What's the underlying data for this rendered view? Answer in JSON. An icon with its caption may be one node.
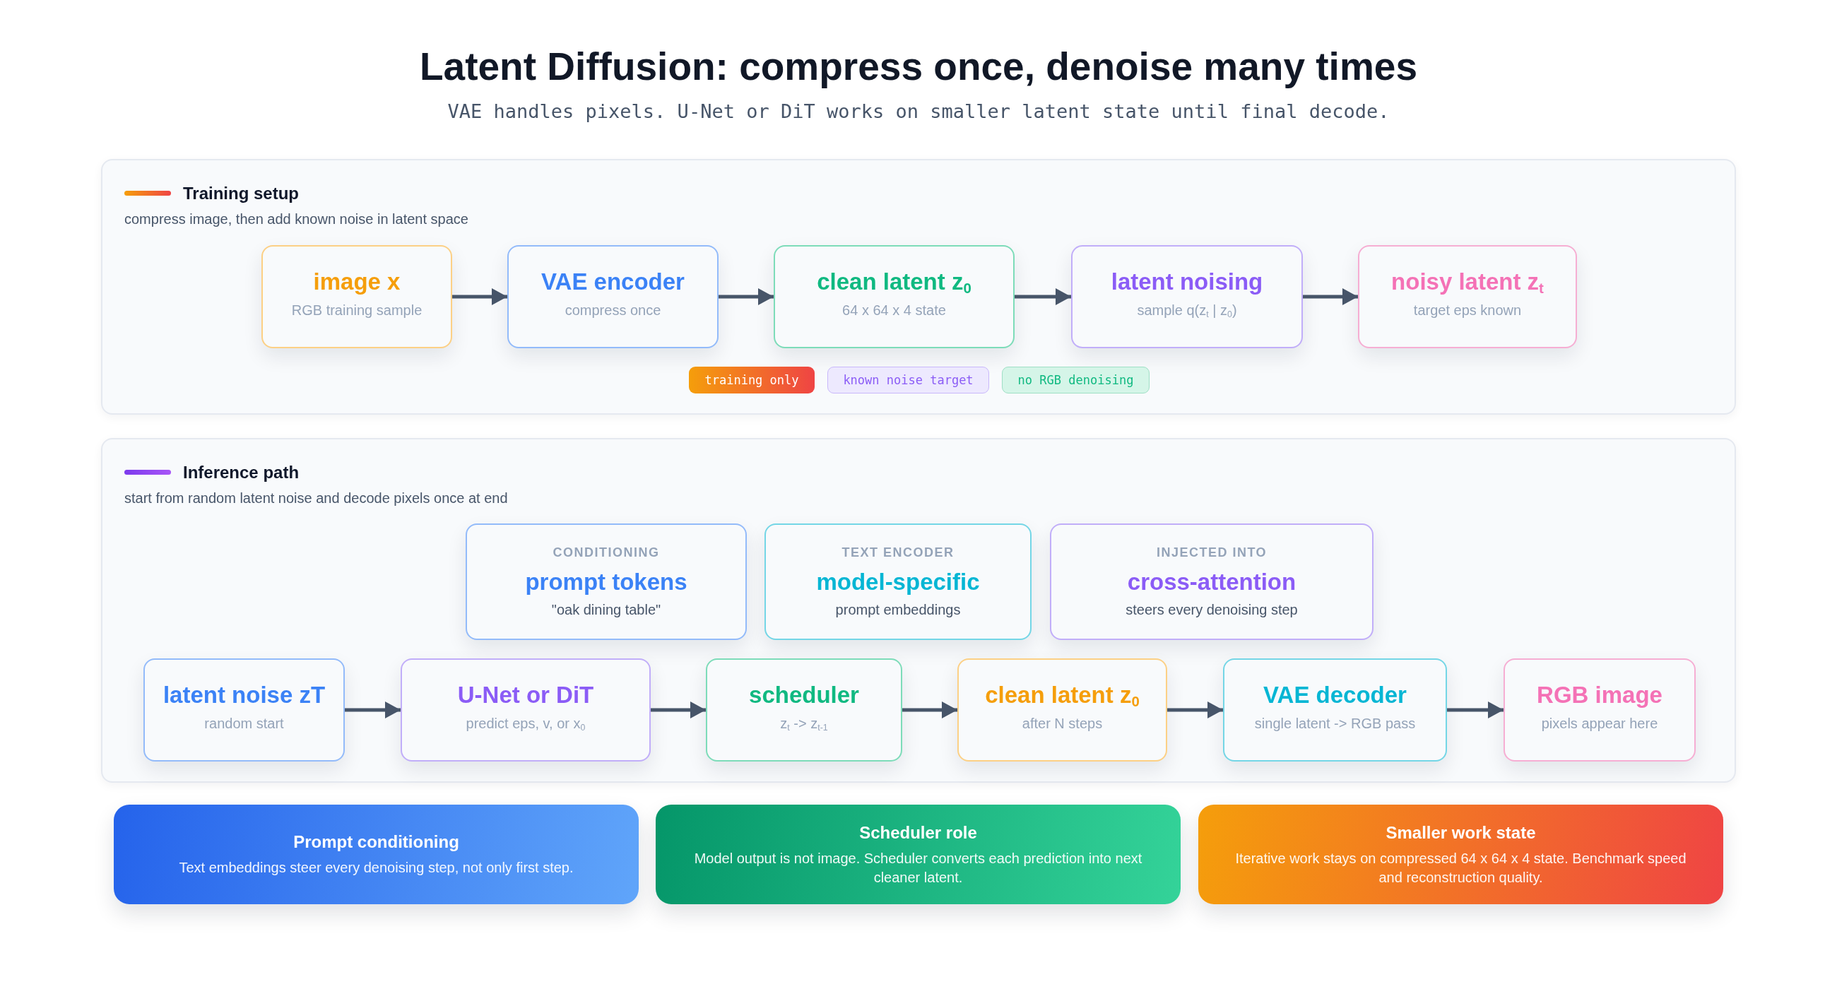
{
  "diagram": {
    "title": "Latent Diffusion: compress once, denoise many times",
    "nodes": [
      {
        "text": [
          "Training setup",
          "compress image, then add known noise in latent space"
        ]
      },
      {
        "text": [
          "image x",
          "RGB training sample"
        ],
        "in": 0
      },
      {
        "text": [
          "VAE encoder",
          "compress once"
        ],
        "in": 0
      },
      {
        "text": [
          "clean latent z$_{0}$",
          "64 x 64 x 4 state"
        ],
        "in": 0
      },
      {
        "text": [
          "latent noising",
          "sample q(z$_{t}$ | z$_{0}$)"
        ],
        "in": 0
      },
      {
        "text": [
          "noisy latent z$_{t}$",
          "target eps known"
        ],
        "in": 0
      },
      {
        "text": [
          "training only"
        ],
        "in": 0
      },
      {
        "text": [
          "known noise target"
        ],
        "in": 0
      },
      {
        "text": [
          "no RGB denoising"
        ],
        "in": 0
      },
      {
        "text": [
          "Inference path",
          "start from random latent noise and decode pixels once at end"
        ]
      },
      {
        "text": [
          "CONDITIONING",
          "prompt tokens",
          "\"oak dining table\""
        ],
        "in": 9
      },
      {
        "text": [
          "TEXT ENCODER",
          "model-specific",
          "prompt embeddings"
        ],
        "in": 9
      },
      {
        "text": [
          "INJECTED INTO",
          "cross-attention",
          "steers every denoising step"
        ],
        "in": 9
      },
      {
        "text": [
          "latent noise zT",
          "random start"
        ],
        "in": 9
      },
      {
        "text": [
          "U-Net or DiT",
          "predict eps, v, or x$_{0}$"
        ],
        "in": 9
      },
      {
        "text": [
          "scheduler",
          "z$_{t}$ -> z$_{t-1}$"
        ],
        "in": 9
      },
      {
        "text": [
          "clean latent z$_{0}$",
          "after N steps"
        ],
        "in": 9
      },
      {
        "text": [
          "VAE decoder",
          "single latent -> RGB pass"
        ],
        "in": 9
      },
      {
        "text": [
          "RGB image",
          "pixels appear here"
        ],
        "in": 9
      },
      {
        "text": [
          "Prompt conditioning",
          "Text embeddings steer every denoising step, not only first step."
        ]
      },
      {
        "text": [
          "Scheduler role",
          "Model output is not image. Scheduler converts each prediction into next cleaner latent."
        ]
      },
      {
        "text": [
          "Smaller work state",
          "Iterative work stays on compressed 64 x 64 x 4 state. Benchmark speed and reconstruction quality."
        ]
      }
    ],
    "edges": [
      {
        "from": 1,
        "to": 2,
        "arrow": "to"
      },
      {
        "from": 2,
        "to": 3,
        "arrow": "to"
      },
      {
        "from": 3,
        "to": 4,
        "arrow": "to"
      },
      {
        "from": 4,
        "to": 5,
        "arrow": "to"
      },
      {
        "from": 13,
        "to": 14,
        "arrow": "to"
      },
      {
        "from": 14,
        "to": 15,
        "arrow": "to"
      },
      {
        "from": 15,
        "to": 16,
        "arrow": "to"
      },
      {
        "from": 16,
        "to": 17,
        "arrow": "to"
      },
      {
        "from": 17,
        "to": 18,
        "arrow": "to"
      }
    ],
    "labels": [
      "VAE handles pixels. U-Net or DiT works on smaller latent state until final decode."
    ]
  }
}
